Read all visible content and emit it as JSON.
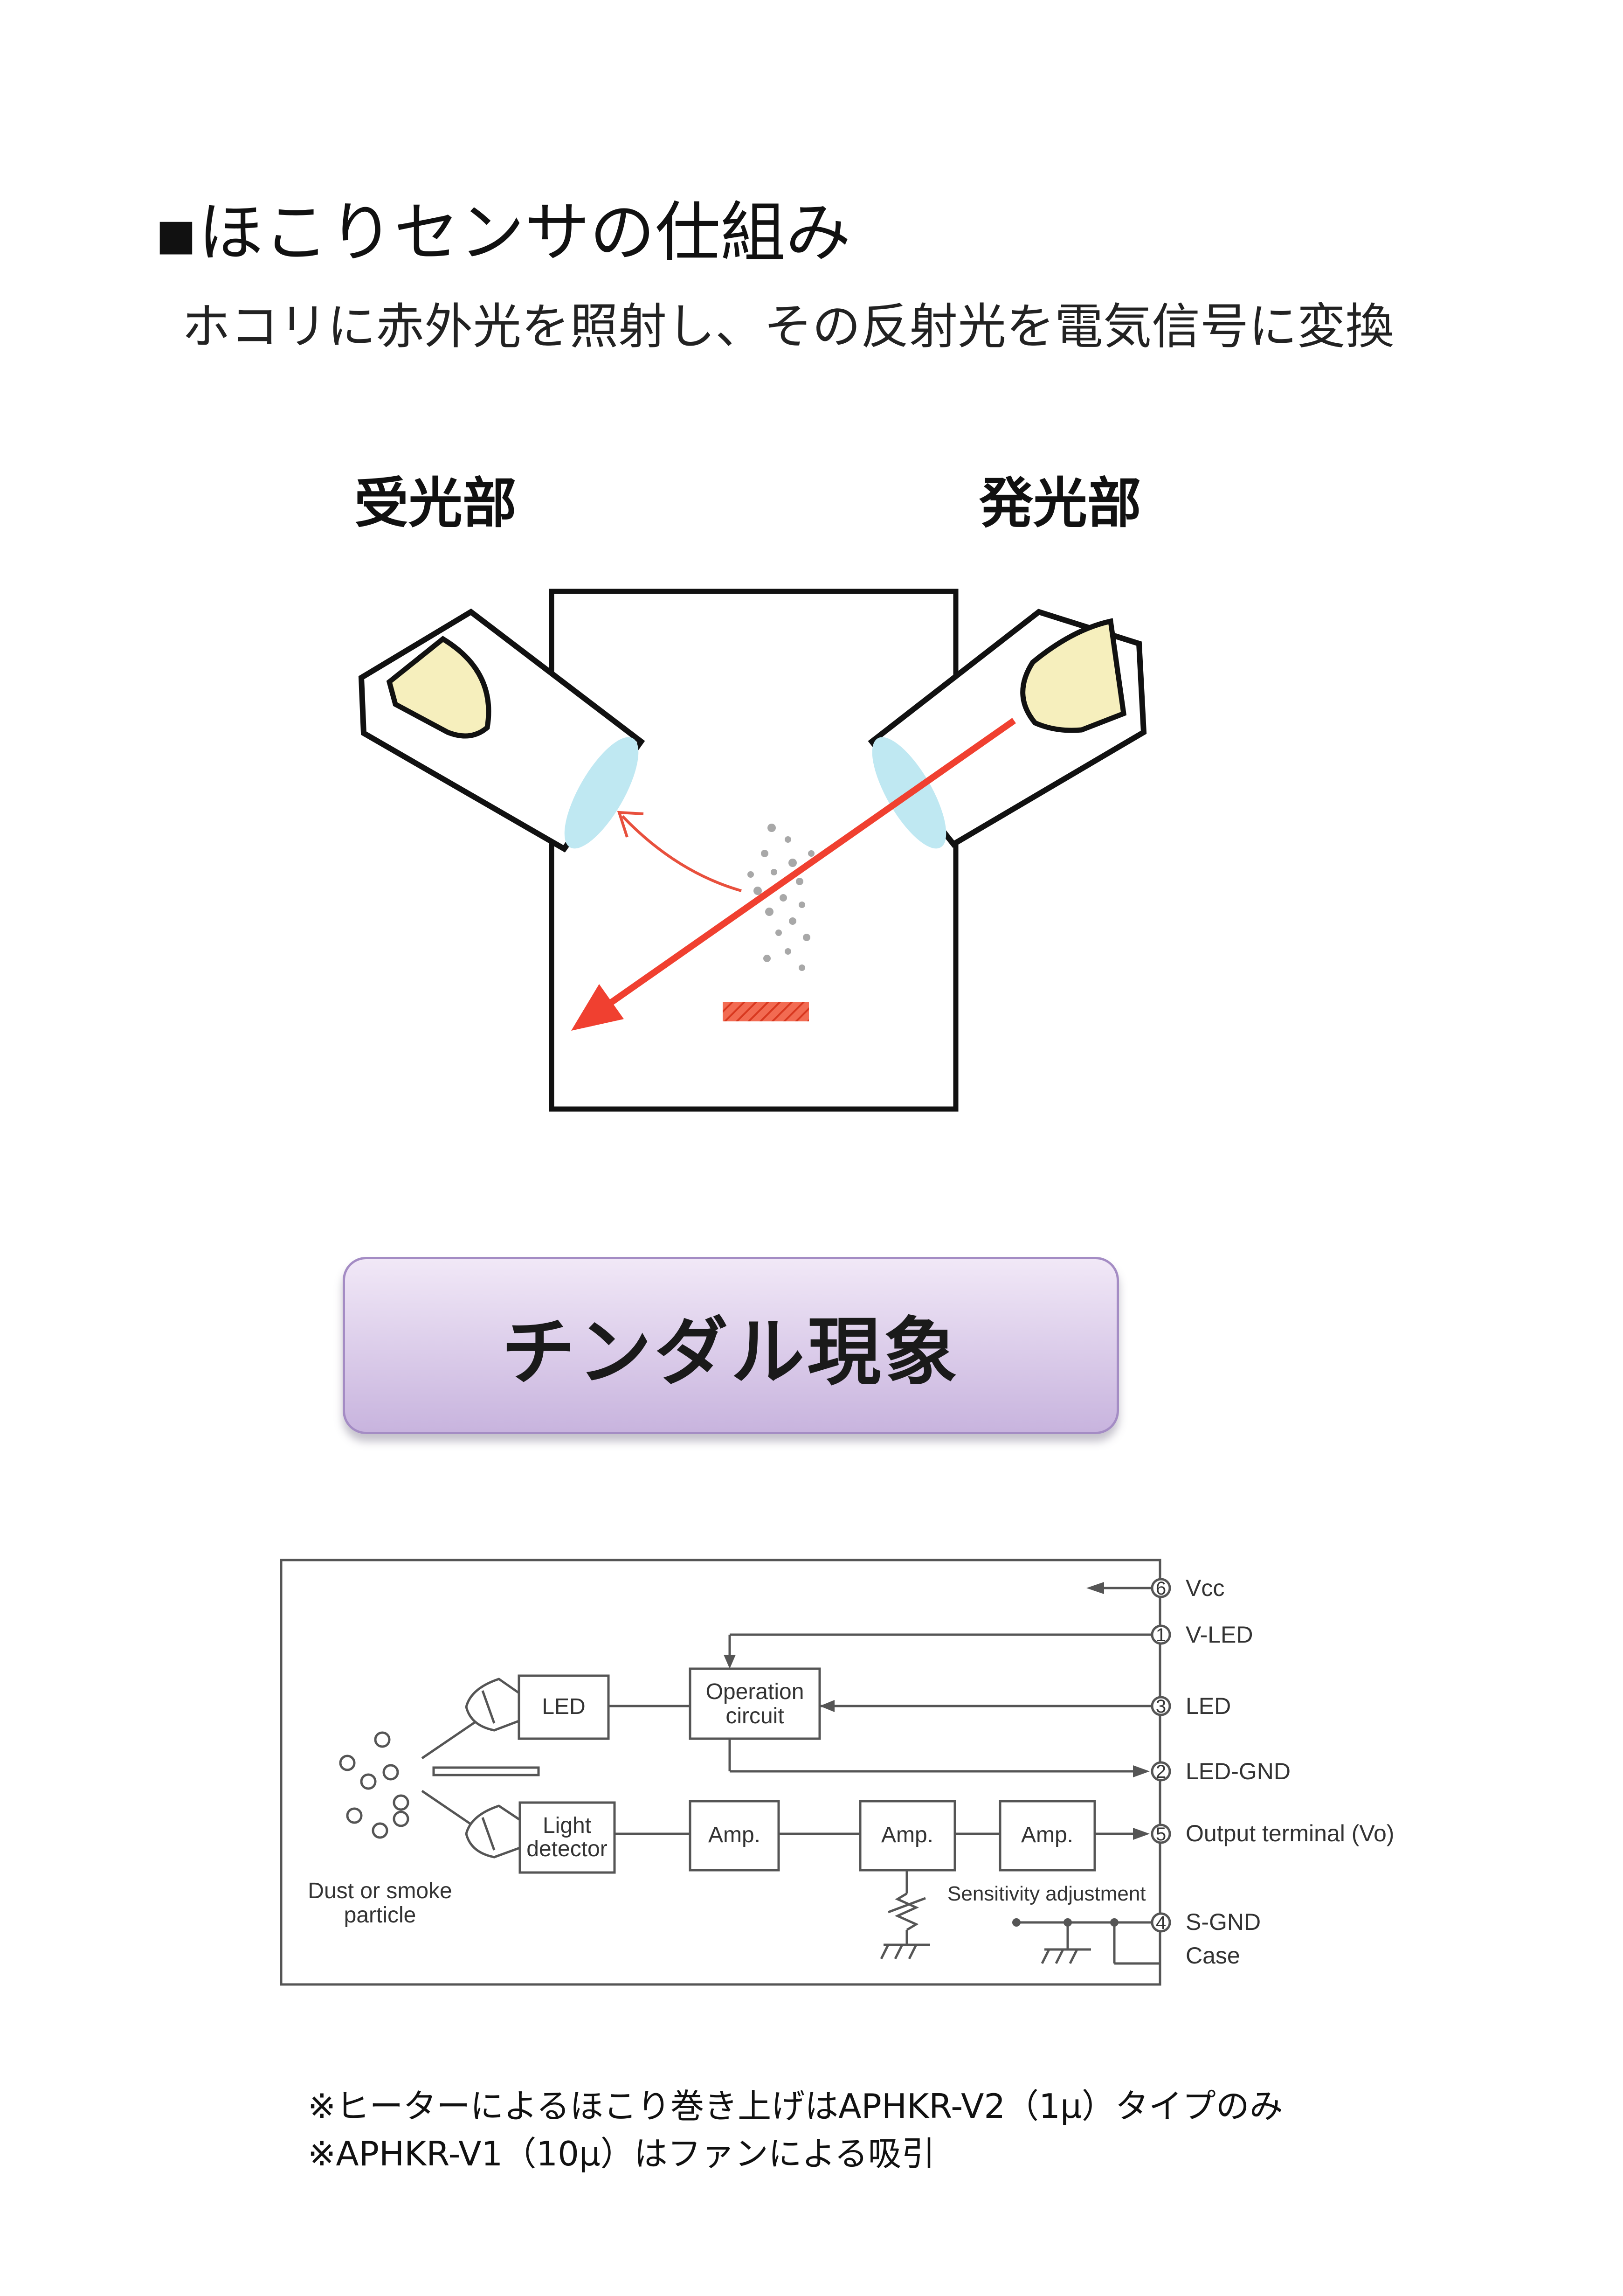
{
  "heading": "▪ほこりセンサの仕組み",
  "subheading": "ホコリに赤外光を照射し、その反射光を電気信号に変換",
  "figure": {
    "receiver_label": "受光部",
    "emitter_label": "発光部"
  },
  "tyndall_label": "チンダル現象",
  "block_diagram": {
    "blocks": {
      "led": "LED",
      "light_detector_line1": "Light",
      "light_detector_line2": "detector",
      "operation_line1": "Operation",
      "operation_line2": "circuit",
      "amp1": "Amp.",
      "amp2": "Amp.",
      "amp3": "Amp."
    },
    "particle_label_line1": "Dust or smoke",
    "particle_label_line2": "particle",
    "sensitivity_label": "Sensitivity adjustment",
    "pins": [
      {
        "num": "6",
        "label": "Vcc"
      },
      {
        "num": "1",
        "label": "V-LED"
      },
      {
        "num": "3",
        "label": "LED"
      },
      {
        "num": "2",
        "label": "LED-GND"
      },
      {
        "num": "5",
        "label": "Output terminal (Vo)"
      },
      {
        "num": "4",
        "label": "S-GND"
      }
    ],
    "case_label": "Case"
  },
  "notes": [
    "※ヒーターによるほこり巻き上げはAPHKR-V2（1μ）タイプのみ",
    "※APHKR-V1（10μ）はファンによる吸引"
  ],
  "colors": {
    "beam": "#f04030",
    "lens": "#bfe8f2",
    "emitter_fill": "#f6efbd",
    "button_top": "#f1e8f7",
    "button_bottom": "#c8b4de"
  }
}
